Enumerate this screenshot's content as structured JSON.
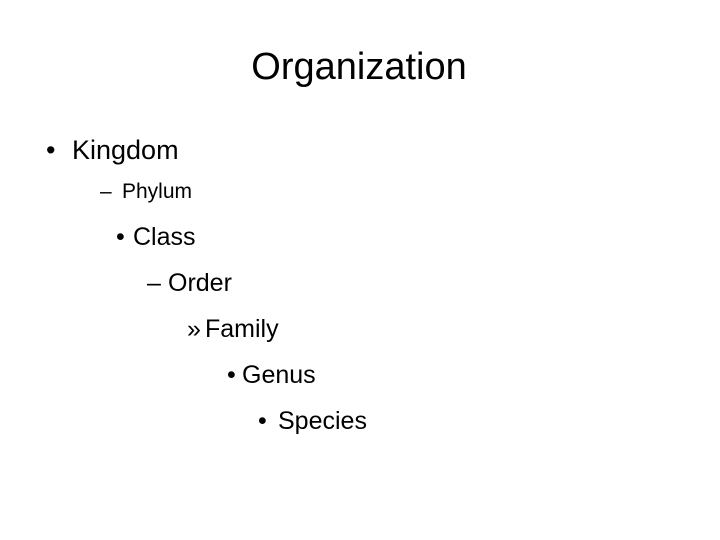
{
  "slide": {
    "title": "Organization",
    "items": [
      {
        "marker": "•",
        "text": "Kingdom"
      },
      {
        "marker": "–",
        "text": "Phylum"
      },
      {
        "marker": "•",
        "text": "Class"
      },
      {
        "marker": "–",
        "text": "Order"
      },
      {
        "marker": "»",
        "text": "Family"
      },
      {
        "marker": "•",
        "text": "Genus"
      },
      {
        "marker": "•",
        "text": "Species"
      }
    ]
  }
}
